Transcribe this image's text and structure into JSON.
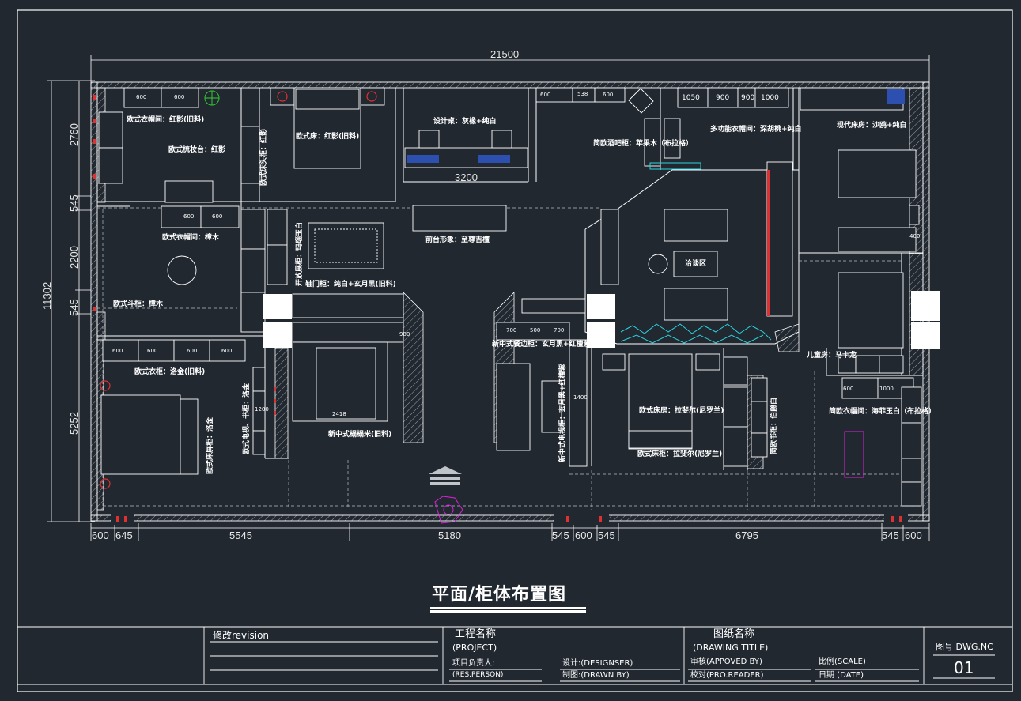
{
  "drawing": {
    "title": "平面/柜体布置图",
    "overall_width": "21500",
    "overall_height": "11302"
  },
  "dims": {
    "left": [
      "2760",
      "545",
      "2200",
      "545",
      "5252"
    ],
    "bottom": [
      "600",
      "645",
      "5545",
      "5180",
      "545",
      "600",
      "545",
      "6795",
      "545",
      "600"
    ],
    "interior": "3200"
  },
  "rooms": [
    {
      "id": "wardrobe-hongmu",
      "text": "欧式衣帽间：红影(旧料)"
    },
    {
      "id": "dresser-hongying",
      "text": "欧式梳妆台：红影"
    },
    {
      "id": "bed-hongying",
      "text": "欧式床：红影(旧料)"
    },
    {
      "id": "bedside-hongmu",
      "text": "欧式床头柜：红影"
    },
    {
      "id": "design-desk",
      "text": "设计桌：灰橡+纯白"
    },
    {
      "id": "front-desk",
      "text": "前台形象：至尊吉檀"
    },
    {
      "id": "wardrobe-zhangmu",
      "text": "欧式衣帽间：樟木"
    },
    {
      "id": "chest-zhangmu",
      "text": "欧式斗柜：樟木"
    },
    {
      "id": "open-shelf",
      "text": "开放展柜：玛瑙玉白"
    },
    {
      "id": "shoe-cabinet",
      "text": "鞋门柜：纯白+玄月黑(旧料)"
    },
    {
      "id": "wardrobe-ximu",
      "text": "欧式衣柜：洛金(旧料)"
    },
    {
      "id": "bed-ximu",
      "text": "欧式床屏柜：洛金"
    },
    {
      "id": "tv-cabinet",
      "text": "欧式电视、书柜：洛金"
    },
    {
      "id": "newchinese-tea",
      "text": "新中式榻榻米(旧料)"
    },
    {
      "id": "newchinese-side",
      "text": "新中式餐边柜：玄月黑+红檀紫"
    },
    {
      "id": "newchinese-tv",
      "text": "新中式电视柜：玄月黑+红檀紫"
    },
    {
      "id": "wine-cabinet",
      "text": "简欧酒吧柜：苹果木（布拉格）"
    },
    {
      "id": "multi-wardrobe",
      "text": "多功能衣帽间：深胡桃+纯白"
    },
    {
      "id": "modern-bed",
      "text": "现代床房：沙鸥+纯白"
    },
    {
      "id": "negotiation",
      "text": "洽谈区"
    },
    {
      "id": "kids-room",
      "text": "儿童房：马卡龙"
    },
    {
      "id": "eu-bed2",
      "text": "欧式床房：拉斐尔(尼罗兰)"
    },
    {
      "id": "eu-cab2",
      "text": "欧式床柜：拉斐尔(尼罗兰)"
    },
    {
      "id": "european-book",
      "text": "简欧书柜：伯爵白"
    },
    {
      "id": "simple-wardrobe",
      "text": "简欧衣帽间：海菲玉白（布拉格）"
    }
  ],
  "cab_labels": {
    "c600": "600",
    "c900": "900",
    "c1000": "1000",
    "c1050": "1050",
    "c700": "700",
    "c500": "500",
    "c400": "400",
    "c1200": "1200",
    "c1400": "1400",
    "c2418": "2418",
    "c538": "538"
  },
  "title_block": {
    "revision": "修改revision",
    "project_cn": "工程名称",
    "project_en": "(PROJECT)",
    "drawing_cn": "图纸名称",
    "drawing_en": "(DRAWING TITLE)",
    "res_person": "项目负责人:",
    "res_person_en": "(RES.PERSON)",
    "designer": "设计:(DESIGNSER)",
    "drawn": "制图:(DRAWN BY)",
    "approved": "审核(APPOVED BY)",
    "proofread": "校对(PRO.READER)",
    "scale": "比例(SCALE)",
    "date": "日期 (DATE)",
    "dwg_no_label": "图号 DWG.NC",
    "dwg_no": "01"
  }
}
